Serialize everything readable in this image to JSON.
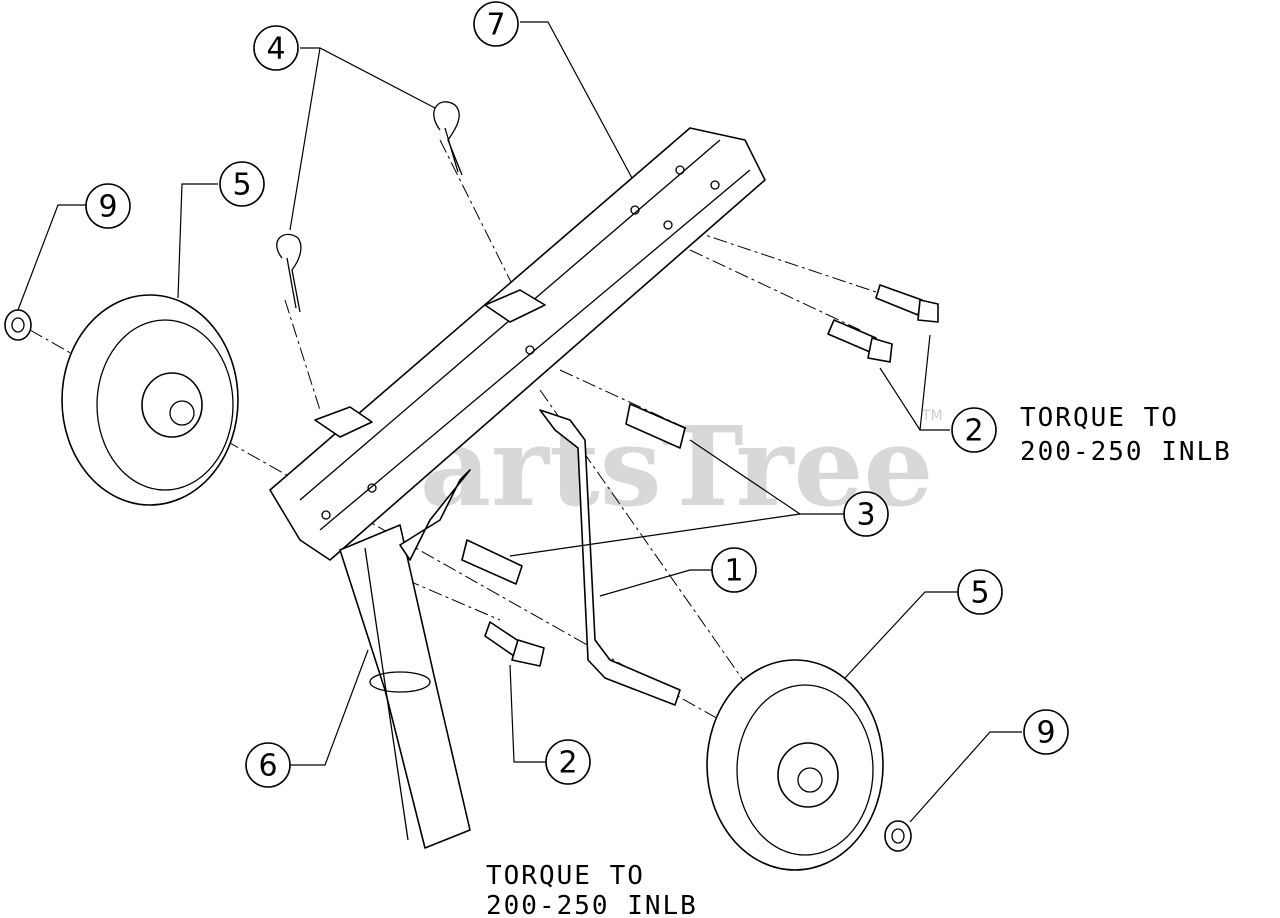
{
  "watermark": {
    "text": "PartsTree",
    "mark": "TM"
  },
  "callouts": [
    "7",
    "4",
    "5",
    "9",
    "2",
    "3",
    "1",
    "5",
    "9",
    "2",
    "6"
  ],
  "notes": [
    {
      "line1": "TORQUE TO",
      "line2": "200-250 INLB"
    },
    {
      "line1": "TORQUE TO",
      "line2": "200-250 INLB"
    }
  ],
  "colors": {
    "ink": "#000000",
    "watermark": "#d8d8d8",
    "paper": "#ffffff"
  }
}
